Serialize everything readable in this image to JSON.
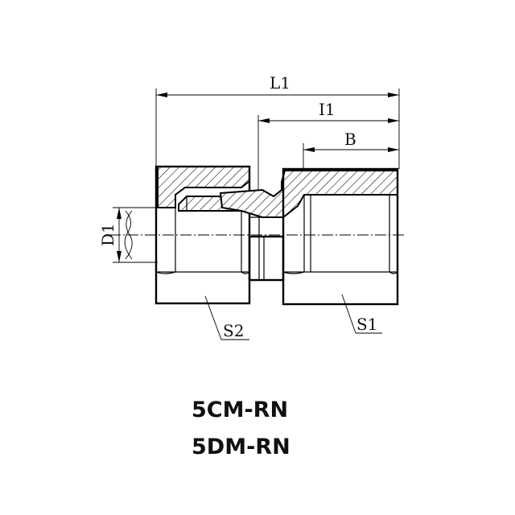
{
  "drawing": {
    "dimensions": {
      "L1": "L1",
      "I1": "I1",
      "B": "B",
      "D1": "D1",
      "S1": "S1",
      "S2": "S2"
    },
    "part_numbers": [
      "5CM-RN",
      "5DM-RN"
    ]
  }
}
